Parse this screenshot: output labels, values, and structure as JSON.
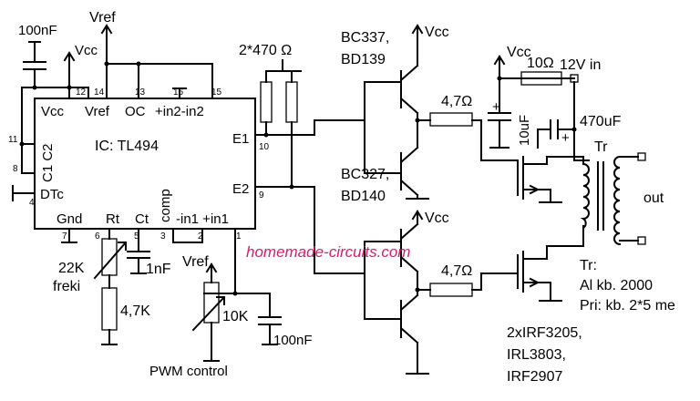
{
  "ic": {
    "name": "IC: TL494",
    "pins_top": {
      "vcc": "Vcc",
      "vref": "Vref",
      "oc": "OC",
      "in2": "+in2-in2"
    },
    "pin_c1c2": "C1 C2",
    "pin_dtc": "DTc",
    "pins_bottom": {
      "gnd": "Gnd",
      "rt": "Rt",
      "ct": "Ct",
      "comp": "comp",
      "in1": "-in1 +in1"
    },
    "pin_e1": "E1",
    "pin_e2": "E2",
    "pin_numbers": {
      "p12": "12",
      "p14": "14",
      "p13": "13",
      "p16": "16",
      "p15": "15",
      "p11": "11",
      "p8": "8",
      "p4": "4",
      "p7": "7",
      "p6": "6",
      "p5": "5",
      "p3": "3",
      "p2": "2",
      "p1": "1",
      "p10": "10",
      "p9": "9"
    }
  },
  "labels": {
    "vref_top": "Vref",
    "c_100nf_top": "100nF",
    "vcc_ic": "Vcc",
    "r_470": "2*470 Ω",
    "q_top": "BC337,",
    "q_top2": "BD139",
    "vcc_q_top": "Vcc",
    "q_mid": "BC327,",
    "q_mid2": "BD140",
    "vcc_q_bot": "Vcc",
    "r47_top": "4,7Ω",
    "r47_bot": "4,7Ω",
    "vcc_right": "Vcc",
    "r10": "10Ω",
    "in12v": "12V in",
    "c10u": "10uF",
    "c470u": "470uF",
    "tr": "Tr",
    "out": "out",
    "r22k": "22K",
    "freki": "freki",
    "c1nf": "1nF",
    "r47k": "4,7K",
    "vref_pwm": "Vref",
    "r10k": "10K",
    "c100nf_bot": "100nF",
    "pwm": "PWM control",
    "watermark": "homemade-circuits.com",
    "tr_note1": "Tr:",
    "tr_note2": "Al kb. 2000",
    "tr_note3": "Pri: kb. 2*5 me",
    "mosfets1": "2xIRF3205,",
    "mosfets2": "IRL3803,",
    "mosfets3": "IRF2907",
    "plus1": "+",
    "plus2": "+"
  }
}
